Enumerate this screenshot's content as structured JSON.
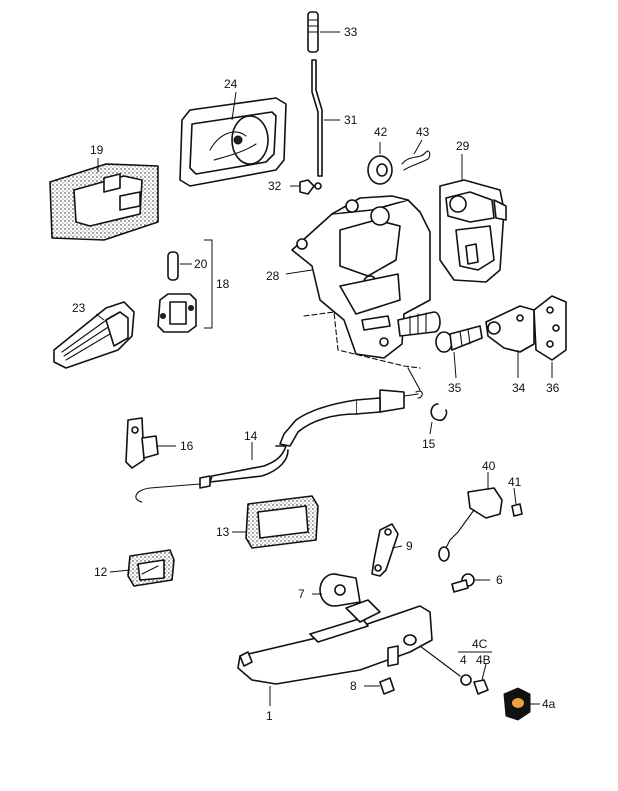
{
  "diagram": {
    "background": "#ffffff",
    "line_color": "#111111",
    "highlight_color": "#e8a33a",
    "labels": {
      "p1": "1",
      "p4a": "4a",
      "p4b": "4B",
      "p4c": "4C",
      "p4": "4",
      "p6": "6",
      "p7": "7",
      "p8": "8",
      "p9": "9",
      "p12": "12",
      "p13": "13",
      "p14": "14",
      "p15": "15",
      "p16": "16",
      "p18": "18",
      "p19": "19",
      "p20": "20",
      "p23": "23",
      "p24": "24",
      "p28": "28",
      "p29": "29",
      "p31": "31",
      "p32": "32",
      "p33": "33",
      "p34": "34",
      "p35": "35",
      "p36": "36",
      "p40": "40",
      "p41": "41",
      "p42": "42",
      "p43": "43"
    }
  }
}
